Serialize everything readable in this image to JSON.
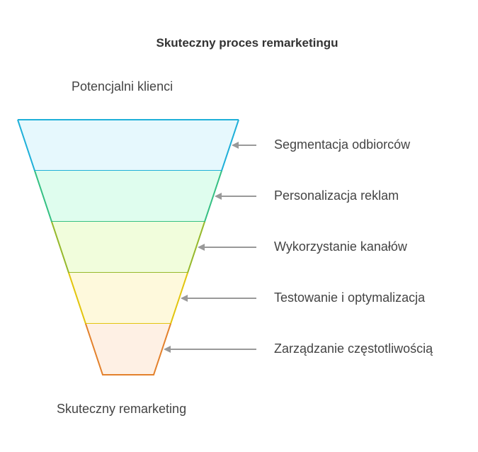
{
  "title": "Skuteczny proces remarketingu",
  "top_label": "Potencjalni klienci",
  "bottom_label": "Skuteczny remarketing",
  "stages": [
    {
      "label": "Segmentacja odbiorców",
      "fill": "#e6f8fd",
      "stroke": "#1fb0d9"
    },
    {
      "label": "Personalizacja reklam",
      "fill": "#dffdee",
      "stroke": "#35c083"
    },
    {
      "label": "Wykorzystanie kanałów",
      "fill": "#f1fddc",
      "stroke": "#96b92c"
    },
    {
      "label": "Testowanie i optymalizacja",
      "fill": "#fef9dc",
      "stroke": "#e2c50e"
    },
    {
      "label": "Zarządzanie częstotliwością",
      "fill": "#fef0e4",
      "stroke": "#e3812c"
    }
  ],
  "arrow_color": "#999999"
}
